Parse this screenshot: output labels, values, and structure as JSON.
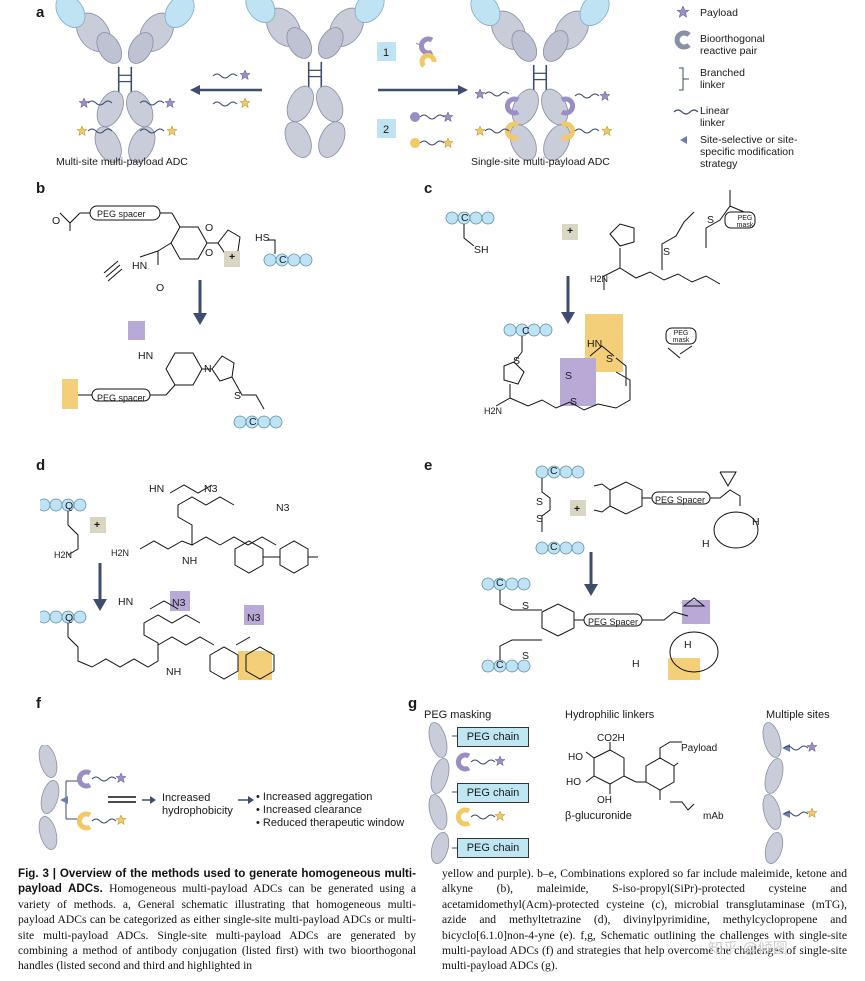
{
  "panels": {
    "a": "a",
    "b": "b",
    "c": "c",
    "d": "d",
    "e": "e",
    "f": "f",
    "g": "g"
  },
  "panel_a": {
    "left_caption": "Multi-site multi-payload ADC",
    "right_caption": "Single-site multi-payload ADC",
    "step1": "1",
    "step2": "2"
  },
  "legend": {
    "payload": "Payload",
    "bioorthogonal": "Bioorthogonal reactive pair",
    "branched": "Branched linker",
    "linear": "Linear linker",
    "site": "Site-selective or site-specific modification strategy"
  },
  "chem": {
    "peg_spacer": "PEG spacer",
    "peg_spacer_cap": "PEG Spacer",
    "peg_mask": "PEG mask",
    "plus": "+",
    "C": "C",
    "Q": "Q",
    "HS": "HS",
    "SH": "SH",
    "HN": "HN",
    "NH": "NH",
    "N": "N",
    "H2N": "H2N",
    "N3": "N3",
    "S": "S",
    "O": "O",
    "H": "H"
  },
  "panel_f": {
    "increased_hydrophobicity": "Increased hydrophobicity",
    "bullets": [
      "Increased aggregation",
      "Increased clearance",
      "Reduced therapeutic window"
    ]
  },
  "panel_g": {
    "peg_masking": "PEG masking",
    "hydrophilic_linkers": "Hydrophilic linkers",
    "multiple_sites": "Multiple sites",
    "peg_chain": "PEG chain",
    "co2h": "CO2H",
    "ho": "HO",
    "oh": "OH",
    "payload": "Payload",
    "mab": "mAb",
    "glucuronide": "β-glucuronide"
  },
  "caption": {
    "fig_label": "Fig. 3 | Overview of the methods used to generate homogeneous multi-payload ADCs.",
    "col1": " Homogeneous multi-payload ADCs can be generated using a variety of methods. a, General schematic illustrating that homogeneous multi-payload ADCs can be categorized as either single-site multi-payload ADCs or multi-site multi-payload ADCs. Single-site multi-payload ADCs are generated by combining a method of antibody conjugation (listed first) with two bioorthogonal handles (listed second and third and highlighted in",
    "col2": "yellow and purple). b–e, Combinations explored so far include maleimide, ketone and alkyne (b), maleimide, S-iso-propyl(SiPr)-protected cysteine and acetamidomethyl(Acm)-protected cysteine (c), microbial transglutaminase (mTG), azide and methyltetrazine (d), divinylpyrimidine, methylcyclopropene and bicyclo[6.1.0]non-4-yne (e). f,g, Schematic outlining the challenges with single-site multi-payload ADCs (f) and strategies that help overcome the challenges of single-site multi-payload ADCs (g)."
  },
  "watermark": "知乎 @倾圆",
  "colors": {
    "antibody": "#c9ccd9",
    "light_blue": "#bfe3f2",
    "purple": "#9b8ec4",
    "yellow": "#f3c866",
    "highlight_purple": "#b8a9d6",
    "highlight_yellow": "#f3cf7a",
    "arrow": "#3e4d6e"
  }
}
